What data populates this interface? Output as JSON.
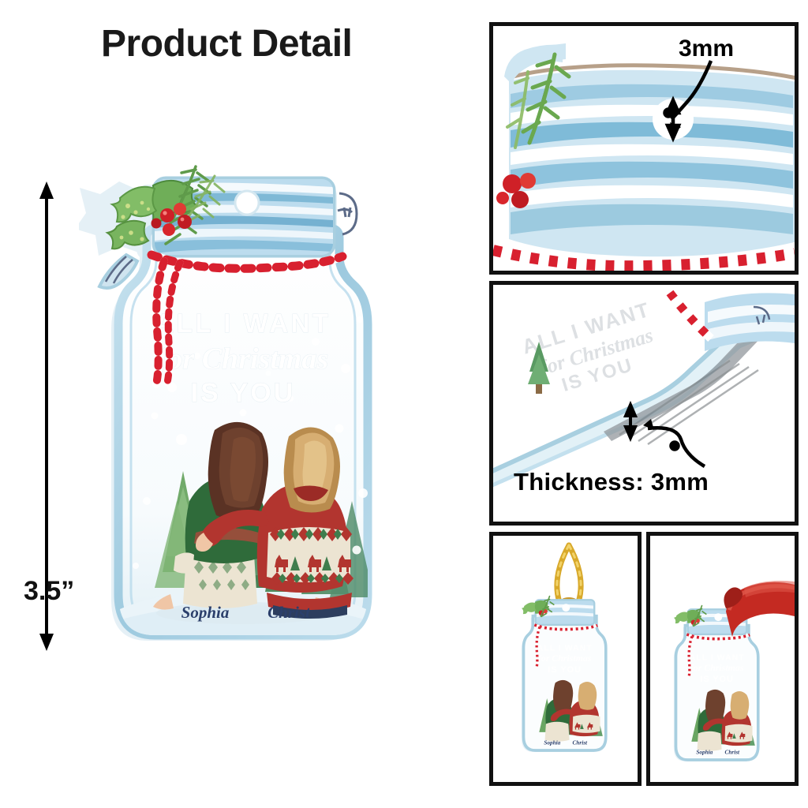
{
  "header": {
    "title": "Product Detail"
  },
  "dimensions": {
    "height_label": "3.5”",
    "hole_callout": "3mm",
    "thickness_callout": "Thickness: 3mm"
  },
  "ornament": {
    "quote_line1": "ALL I WANT",
    "quote_line2": "for Christmas",
    "quote_line3": "IS YOU",
    "names": [
      "Sophia",
      "Christ"
    ],
    "colors": {
      "jar_outline": "#a8cfe0",
      "jar_fill": "#ffffff",
      "backing": "#cfe4ef",
      "lid_blue": "#8dc3dc",
      "lid_light": "#d9eef7",
      "twine_red": "#d8202f",
      "holly_green": "#5f9b4a",
      "berry_red": "#cf2027",
      "woman_sweater": "#2f6b3a",
      "man_sweater": "#b2352f",
      "name_text": "#2b3f6b",
      "tree_green": "#4c8a5a"
    }
  },
  "panels": [
    {
      "name": "hole-detail",
      "caption": "3mm"
    },
    {
      "name": "thickness-detail",
      "caption": "Thickness: 3mm"
    },
    {
      "name": "gold-cord-view",
      "hanger": "gold-cord",
      "hanger_color": "#d8a92b"
    },
    {
      "name": "red-ribbon-view",
      "hanger": "red-ribbon",
      "hanger_color": "#c42a22"
    }
  ]
}
